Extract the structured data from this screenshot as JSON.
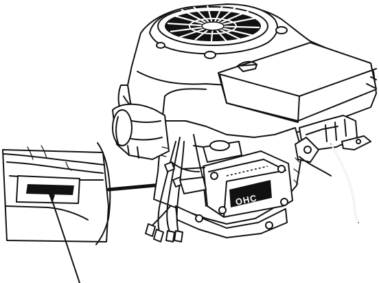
{
  "figure": {
    "badge_text": "OHC"
  },
  "colors": {
    "ink": "#111111",
    "paper": "#ffffff"
  },
  "icons": {
    "pointer": "leader-line-arrow",
    "callout": "serial-label-inset"
  }
}
